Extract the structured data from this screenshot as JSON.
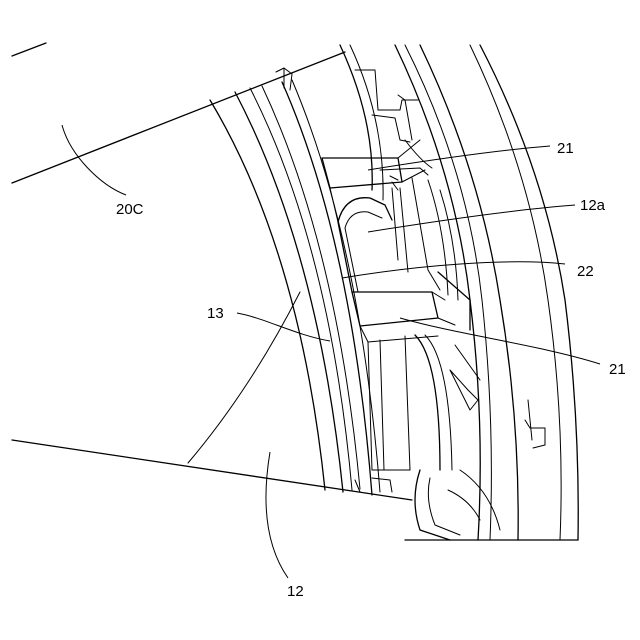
{
  "figure": {
    "labels": {
      "ref_20C": "20C",
      "ref_21_top": "21",
      "ref_12a": "12a",
      "ref_22": "22",
      "ref_13": "13",
      "ref_21_bottom": "21",
      "ref_12": "12"
    }
  }
}
